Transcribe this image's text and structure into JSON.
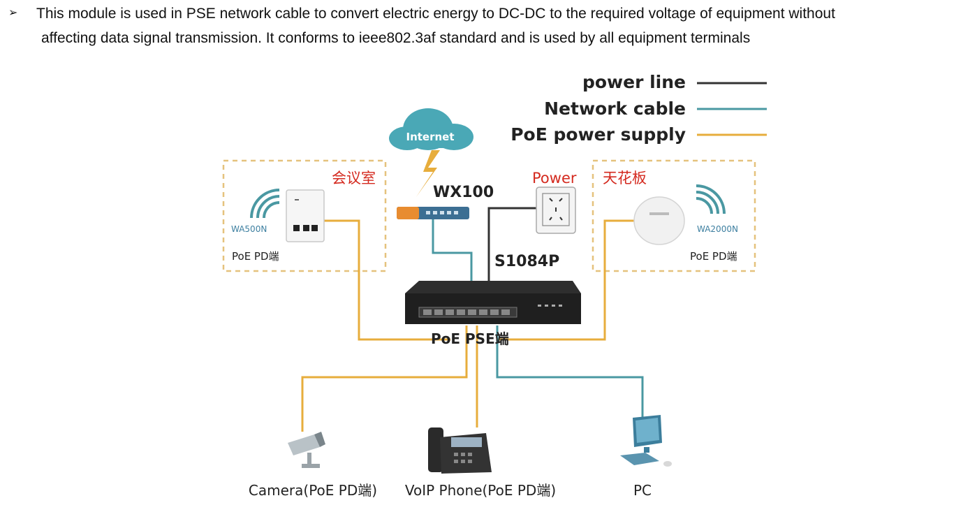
{
  "intro": {
    "bullet": "➢",
    "line1": "This module is used in PSE network cable to convert electric energy to DC-DC to the required voltage of equipment without",
    "line2": "affecting data signal transmission. It conforms to ieee802.3af standard and is used by all equipment terminals"
  },
  "legend": {
    "power_line": "power line",
    "network_cable": "Network cable",
    "poe_supply": "PoE power supply"
  },
  "colors": {
    "power_line": "#333333",
    "network_cable": "#4a98a2",
    "poe_supply": "#e7ad3c",
    "red_label": "#d42a1f",
    "dashed_box": "#e5c27d"
  },
  "labels": {
    "internet": "Internet",
    "wx100": "WX100",
    "power": "Power",
    "s1084p": "S1084P",
    "pse": "PoE PSE端",
    "left_room": "会议室",
    "right_room": "天花板",
    "wa500n": "WA500N",
    "wa2000n": "WA2000N",
    "pd_left": "PoE PD端",
    "pd_right": "PoE PD端",
    "camera": "Camera(PoE PD端)",
    "voip": "VoIP Phone(PoE PD端)",
    "pc": "PC"
  }
}
